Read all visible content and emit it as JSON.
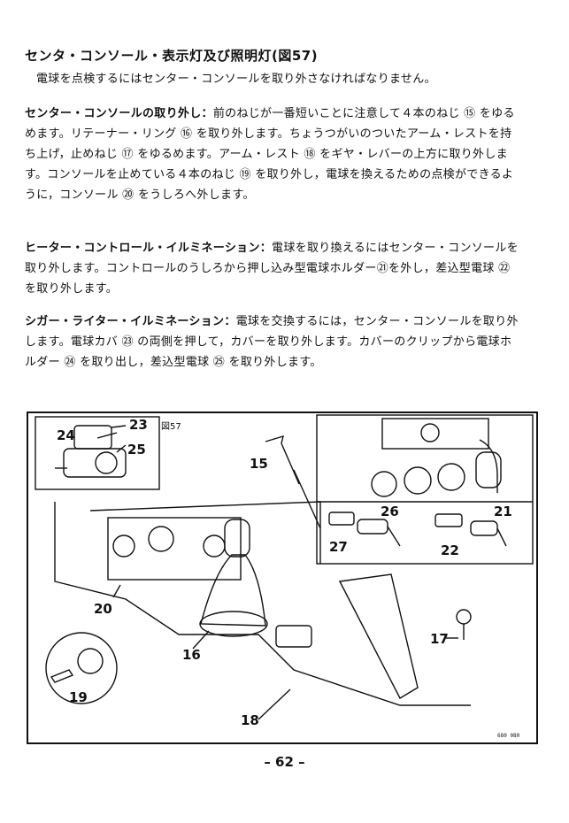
{
  "heading": "センタ・コンソール・表示灯及び照明灯(図57)",
  "paragraphs": {
    "intro": "電球を点検するにはセンター・コンソールを取り外さなければなりません。",
    "console": {
      "term": "センター・コンソールの取り外し：",
      "body": "前のねじが一番短いことに注意して４本のねじ ⑮ をゆるめます。リテーナー・リング ⑯ を取り外します。ちょうつがいのついたアーム・レストを持ち上げ，止めねじ ⑰ をゆるめます。アーム・レスト ⑱ をギヤ・レバーの上方に取り外します。コンソールを止めている４本のねじ ⑲ を取り外し，電球を換えるための点検ができるように，コンソール ⑳ をうしろへ外します。"
    },
    "heater": {
      "term": "ヒーター・コントロール・イルミネーション：",
      "body": "電球を取り換えるにはセンター・コンソールを取り外します。コントロールのうしろから押し込み型電球ホルダー㉑を外し，差込型電球 ㉒ を取り外します。"
    },
    "cigar": {
      "term": "シガー・ライター・イルミネーション：",
      "body": "電球を交換するには，センター・コンソールを取り外します。電球カバ ㉓ の両側を押して，カバーを取り外します。カバーのクリップから電球ホルダー ㉔ を取り出し，差込型電球 ㉕ を取り外します。"
    }
  },
  "figure": {
    "label": "図57",
    "code": "680 080",
    "callouts": {
      "n15": "15",
      "n16": "16",
      "n17": "17",
      "n18": "18",
      "n19": "19",
      "n20": "20",
      "n21": "21",
      "n22": "22",
      "n23": "23",
      "n24": "24",
      "n25": "25",
      "n26": "26",
      "n27": "27"
    }
  },
  "page_number": "– 62 –"
}
